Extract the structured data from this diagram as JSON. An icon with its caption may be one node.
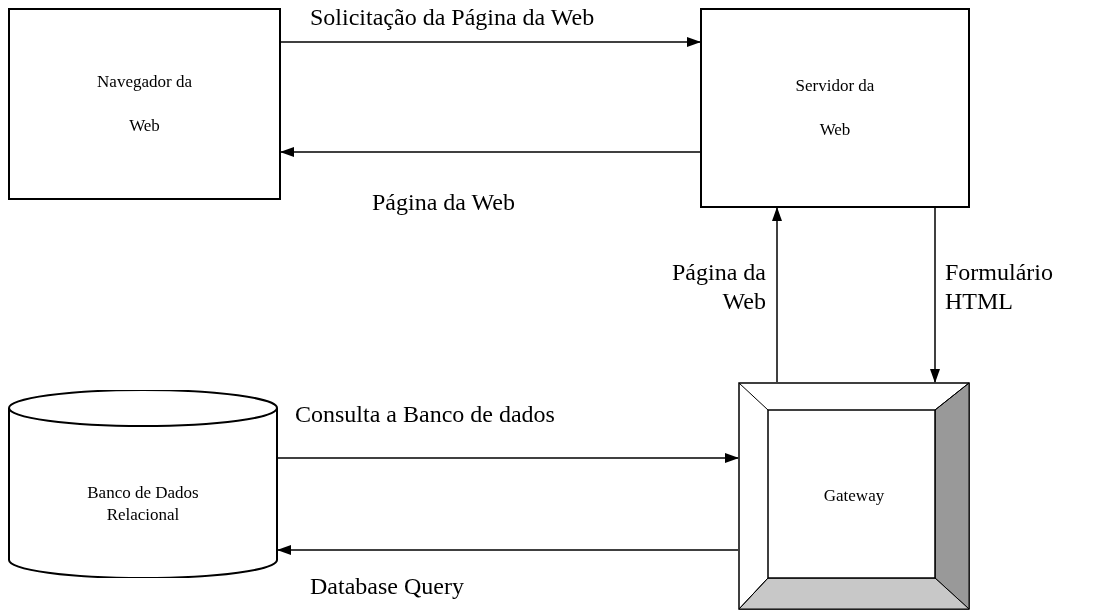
{
  "diagram": {
    "nodes": [
      {
        "text": [
          "Navegador da Web"
        ]
      },
      {
        "text": [
          "Servidor da Web"
        ]
      },
      {
        "text": [
          "Banco de Dados Relacional"
        ]
      },
      {
        "text": [
          "Gateway"
        ]
      }
    ],
    "edges": [
      {
        "from": 0,
        "to": 1,
        "arrow": "to",
        "label": "Solicitação da Página da Web"
      },
      {
        "from": 1,
        "to": 0,
        "arrow": "to",
        "label": "Página da Web"
      },
      {
        "from": 3,
        "to": 1,
        "arrow": "to",
        "label": "Página da Web"
      },
      {
        "from": 1,
        "to": 3,
        "arrow": "to",
        "label": "Formulário HTML"
      },
      {
        "from": 2,
        "to": 3,
        "arrow": "to",
        "label": "Consulta a Banco de dados"
      },
      {
        "from": 3,
        "to": 2,
        "arrow": "to",
        "label": "Database Query"
      }
    ]
  }
}
